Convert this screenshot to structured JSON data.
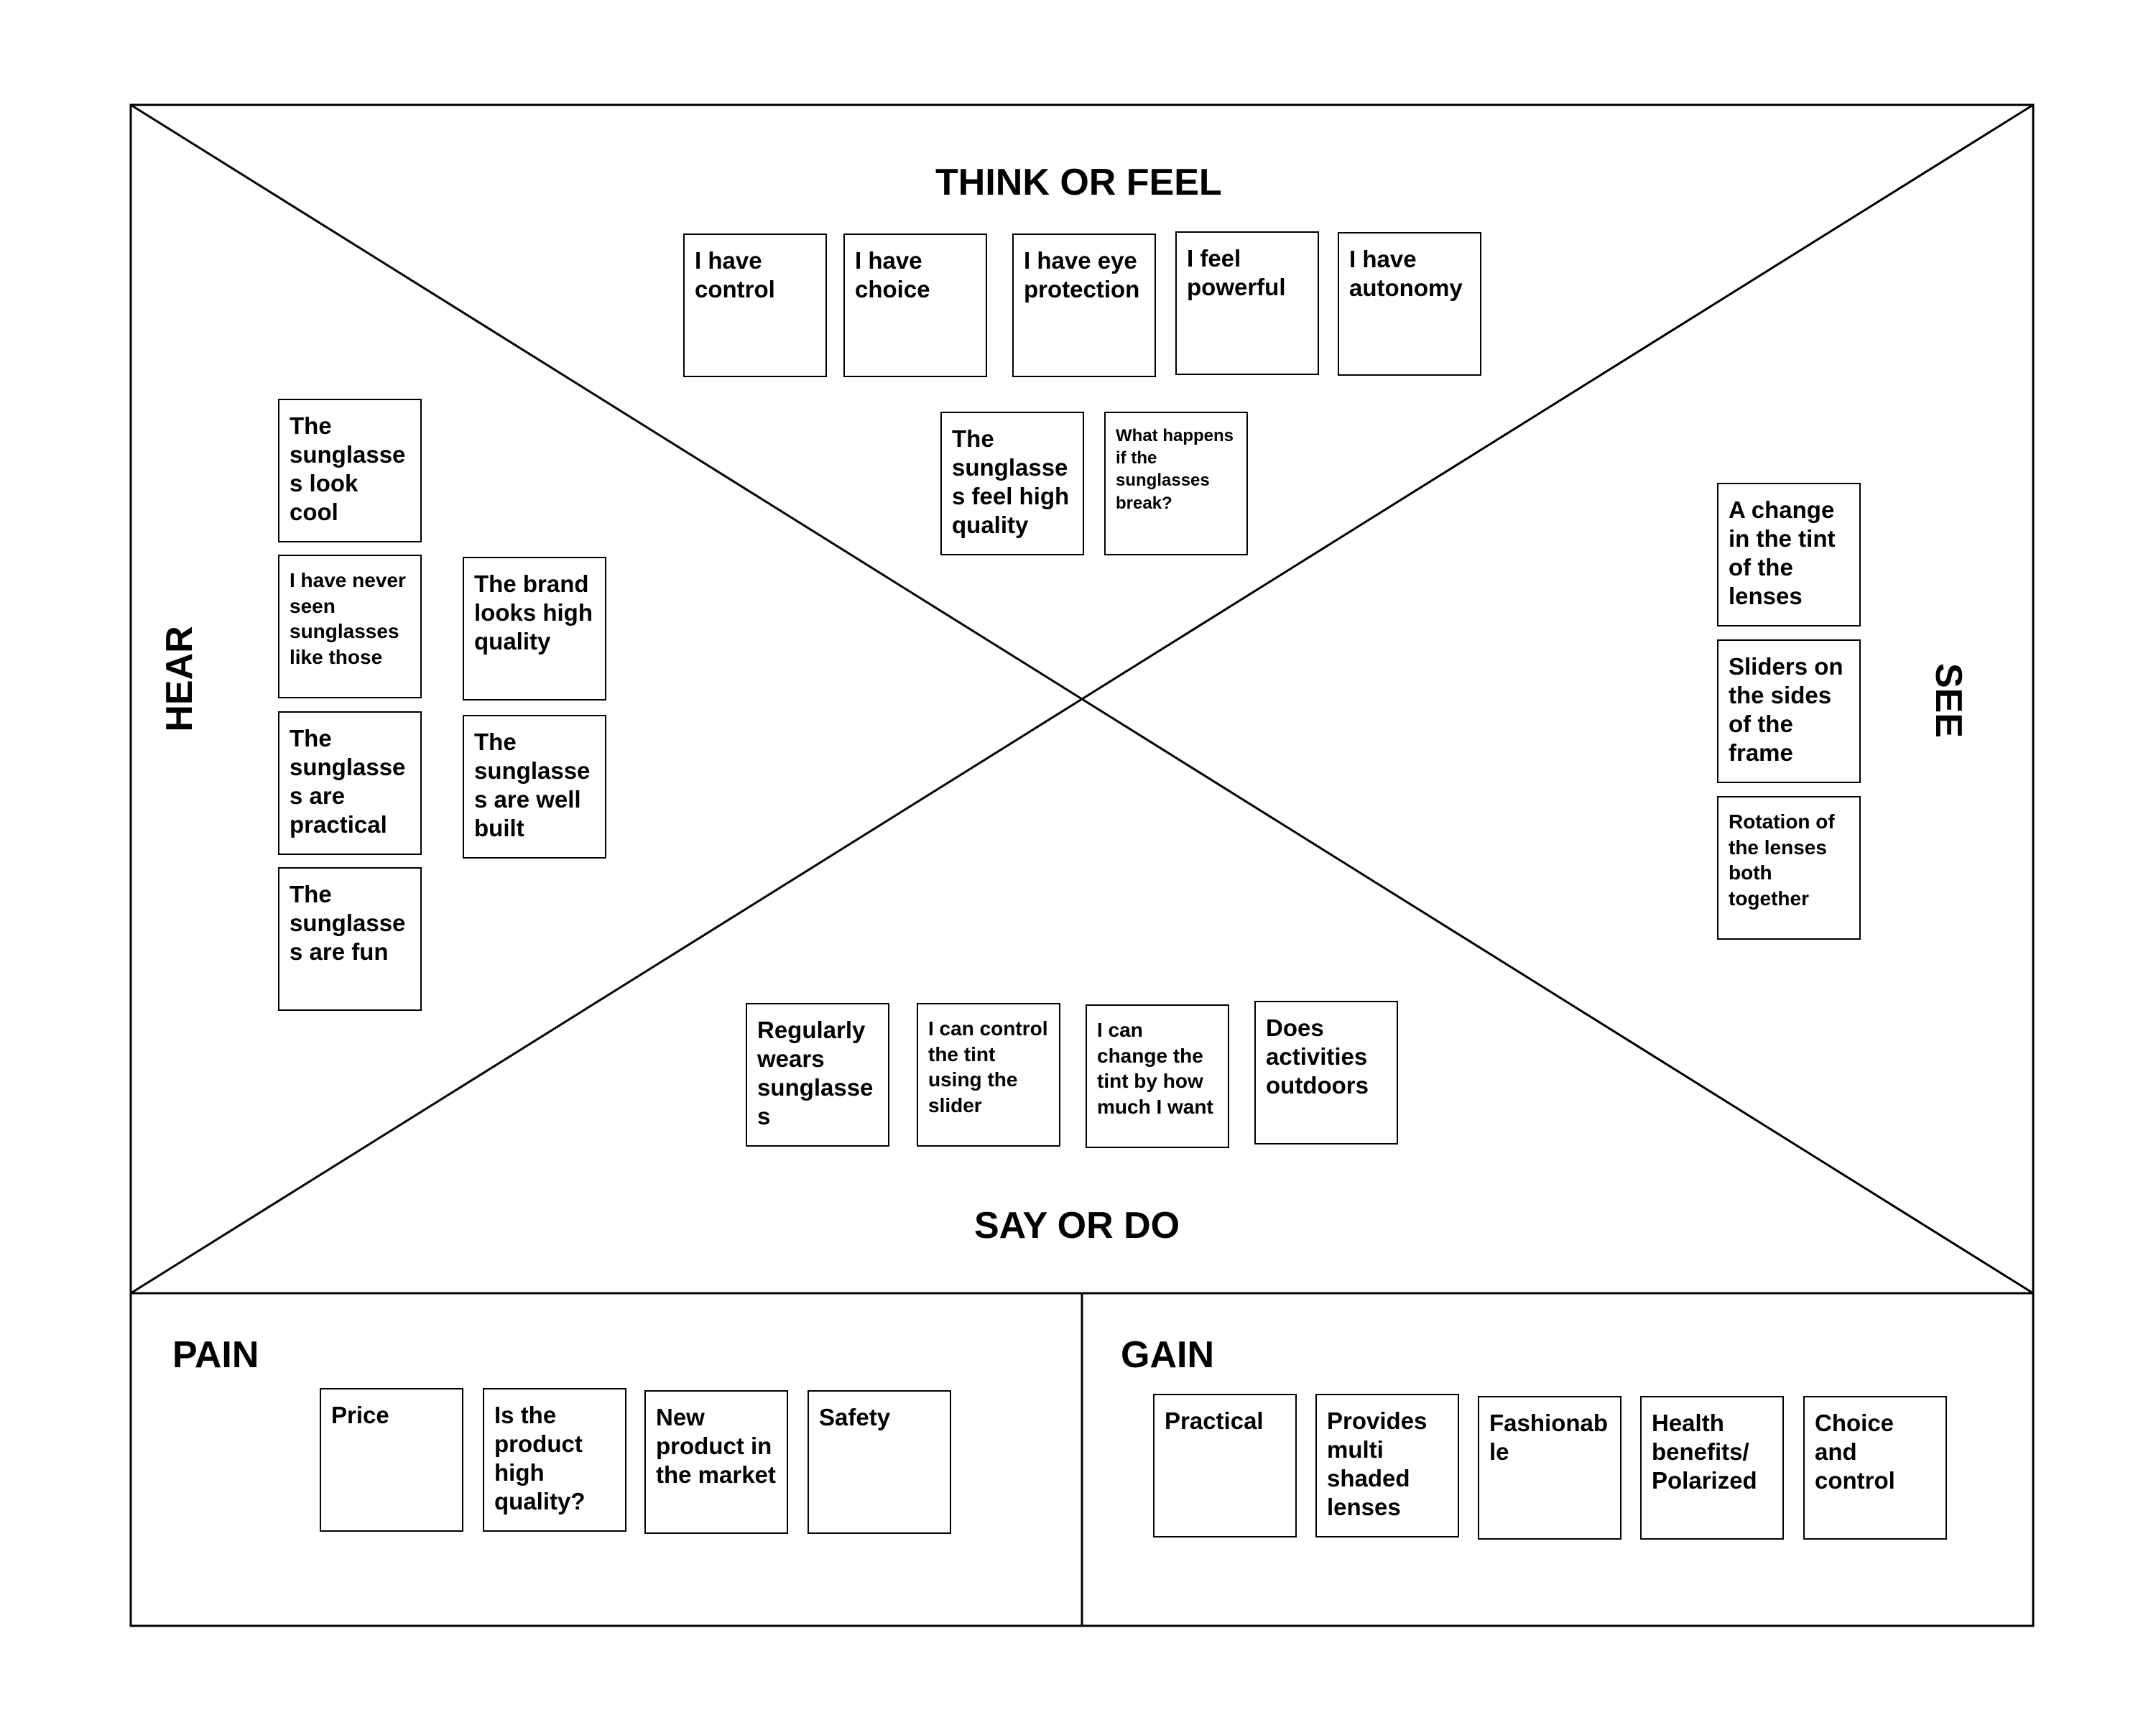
{
  "headings": {
    "think_feel": "THINK OR FEEL",
    "say_do": "SAY OR DO",
    "hear": "HEAR",
    "see": "SEE",
    "pain": "PAIN",
    "gain": "GAIN"
  },
  "think_feel_notes": [
    "I have control",
    "I have choice",
    "I have eye protection",
    "I feel powerful",
    "I have autonomy",
    "The sunglasses feel high quality",
    "What happens if the sunglasses break?"
  ],
  "hear_notes": [
    "The sunglasses look cool",
    "I have never seen sunglasses like those",
    "The sunglasses are practical",
    "The sunglasses are fun",
    "The brand looks high quality",
    "The sunglasses are well built"
  ],
  "see_notes": [
    "A change in the tint of the lenses",
    "Sliders on the sides of the frame",
    "Rotation of the lenses both together"
  ],
  "say_do_notes": [
    "Regularly wears sunglasses",
    "I can control the tint using the slider",
    "I can change the tint by how much I want",
    "Does activities outdoors"
  ],
  "pain_notes": [
    "Price",
    "Is the product high quality?",
    "New product in the market",
    "Safety"
  ],
  "gain_notes": [
    "Practical",
    "Provides multi shaded lenses",
    "Fashionab le",
    "Health benefits/ Polarized",
    "Choice and control"
  ]
}
